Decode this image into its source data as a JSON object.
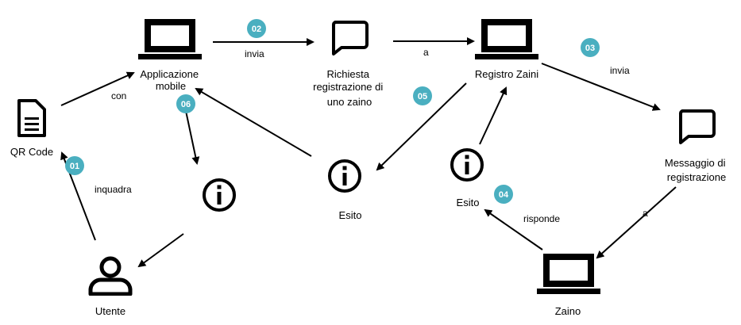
{
  "colors": {
    "step_badge": "#4aafc0",
    "stroke": "#000000",
    "background": "#ffffff"
  },
  "nodes": {
    "app": {
      "label_lines": [
        "Applicazione",
        "mobile"
      ],
      "icon": "laptop-icon"
    },
    "request": {
      "label_lines": [
        "Richiesta",
        "registrazione di",
        "uno zaino"
      ],
      "icon": "speech-bubble-icon"
    },
    "registry": {
      "label_lines": [
        "Registro Zaini"
      ],
      "icon": "laptop-icon"
    },
    "message": {
      "label_lines": [
        "Messaggio di",
        "registrazione"
      ],
      "icon": "speech-bubble-icon"
    },
    "qr": {
      "label_lines": [
        "QR Code"
      ],
      "icon": "document-icon"
    },
    "user": {
      "label_lines": [
        "Utente"
      ],
      "icon": "user-icon"
    },
    "esito_center": {
      "label_lines": [
        "Esito"
      ],
      "icon": "info-icon"
    },
    "esito_right": {
      "label_lines": [
        "Esito"
      ],
      "icon": "info-icon"
    },
    "info_left": {
      "label_lines": [],
      "icon": "info-icon"
    },
    "zaino": {
      "label_lines": [
        "Zaino"
      ],
      "icon": "laptop-icon"
    }
  },
  "edges": {
    "invia_1": "invia",
    "a_1": "a",
    "invia_2": "invia",
    "con": "con",
    "inquadra": "inquadra",
    "a_2": "a",
    "risponde": "risponde"
  },
  "steps": [
    "01",
    "02",
    "03",
    "04",
    "05",
    "06"
  ]
}
